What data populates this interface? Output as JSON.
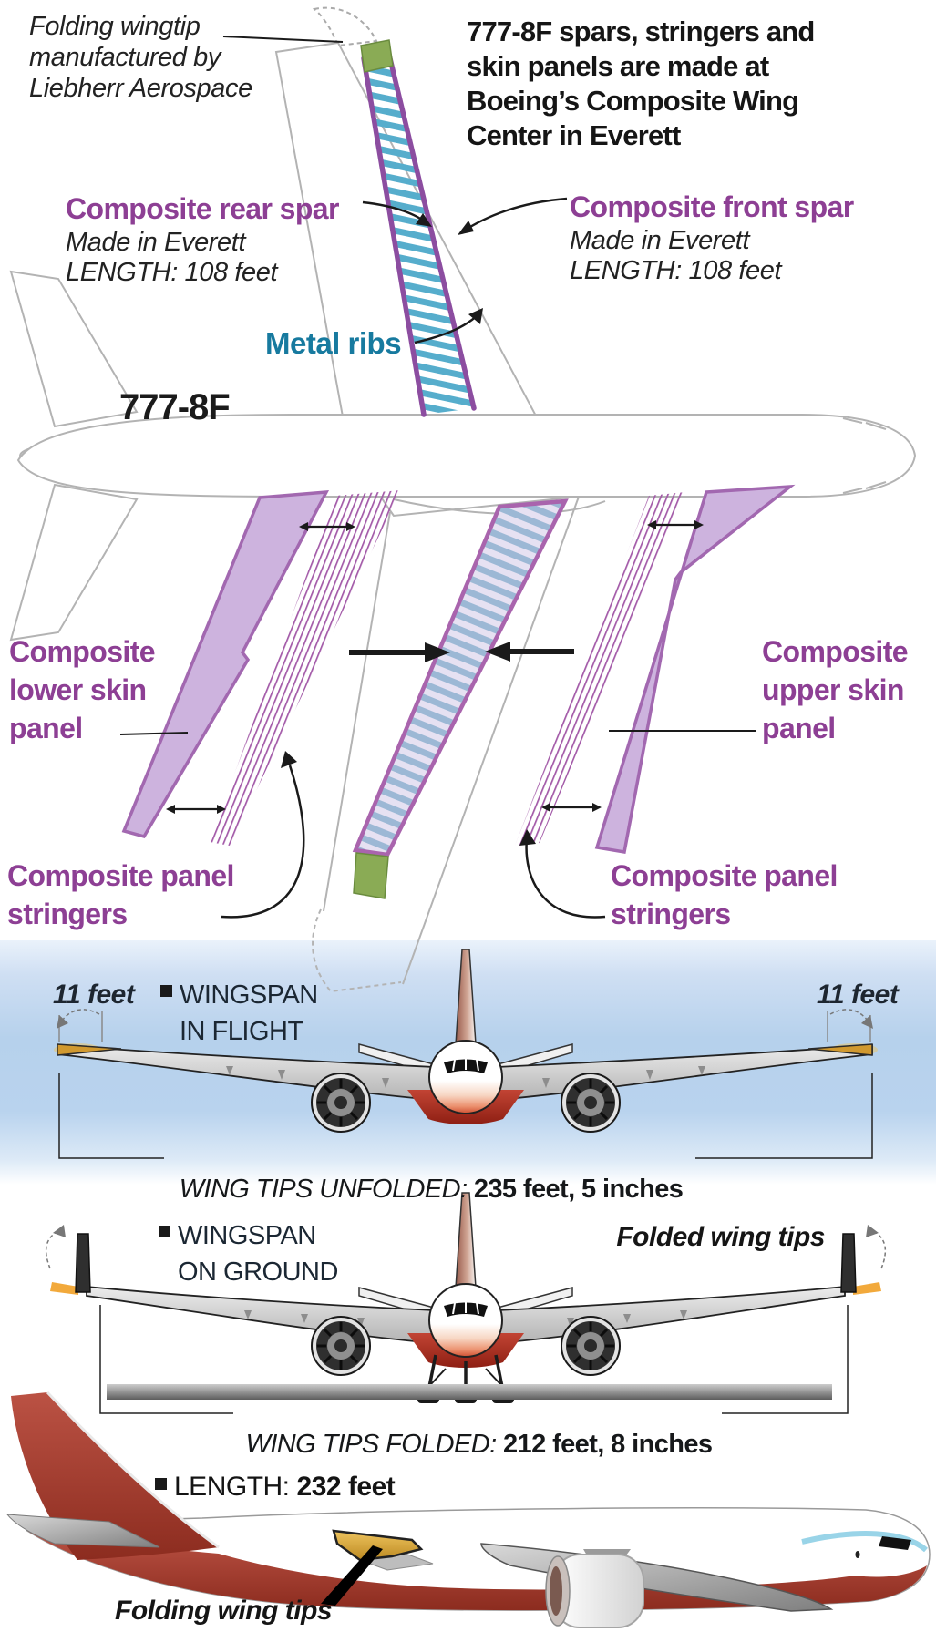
{
  "colors": {
    "label_purple": "#8d3f94",
    "label_teal": "#177a9f",
    "spar_purple": "#8c4da0",
    "rib_cyan": "#56adcc",
    "rib_steel_blue": "#9cb8d5",
    "skin_panel_fill": "#cdb3de",
    "skin_panel_stroke": "#a268b0",
    "fitting_green": "#8aab55",
    "wingtip_gold": "#d1992f",
    "livery_red": "#a84338",
    "band_blue": "#b6d1ec",
    "ground_gray": "#8a8a8a"
  },
  "top_diagram": {
    "wingtip_note": "Folding wingtip\nmanufactured by\nLiebherr Aerospace",
    "headline": "777-8F spars, stringers and\nskin panels are made at\nBoeing’s Composite Wing\nCenter in Everett",
    "rear_spar": {
      "title": "Composite rear spar",
      "details": "Made in Everett\nLENGTH: 108 feet"
    },
    "front_spar": {
      "title": "Composite front spar",
      "details": "Made in Everett\nLENGTH: 108 feet"
    },
    "metal_ribs_label": "Metal ribs",
    "model_label": "777-8F",
    "lower_skin_label": "Composite\nlower skin\npanel",
    "upper_skin_label": "Composite\nupper skin\npanel",
    "stringers_left_label": "Composite panel\nstringers",
    "stringers_right_label": "Composite panel\nstringers"
  },
  "wingspan_flight": {
    "tip_left": "11 feet",
    "tip_right": "11 feet",
    "heading": "WINGSPAN\nIN FLIGHT",
    "measure_label": "WING TIPS UNFOLDED: ",
    "measure_value": "235 feet, 5 inches"
  },
  "wingspan_ground": {
    "heading": "WINGSPAN\nON GROUND",
    "folded_note": "Folded wing tips",
    "measure_label": "WING TIPS FOLDED: ",
    "measure_value": "212 feet, 8 inches"
  },
  "side_view": {
    "length_label": "LENGTH: ",
    "length_value": "232 feet",
    "folding_note": "Folding wing tips"
  }
}
